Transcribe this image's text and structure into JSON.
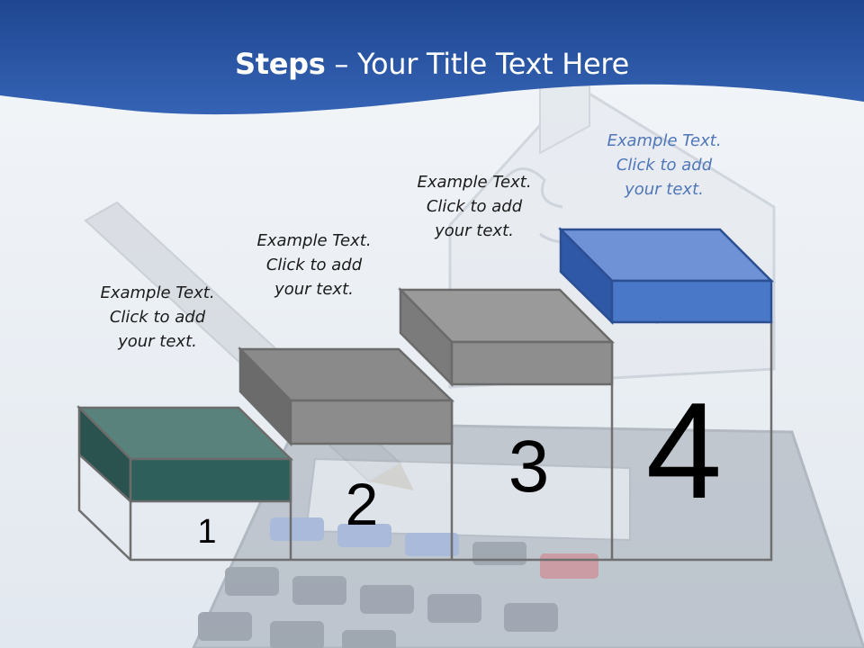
{
  "slide": {
    "title_bold": "Steps",
    "title_rest": " – Your Title Text Here",
    "steps": [
      {
        "number": "1",
        "caption": [
          "Example Text.",
          "Click  to add",
          "your text."
        ],
        "color": "#2f5f5b"
      },
      {
        "number": "2",
        "caption": [
          "Example Text.",
          "Click  to add",
          "your text."
        ],
        "color": "#8c8c8c"
      },
      {
        "number": "3",
        "caption": [
          "Example Text.",
          "Click  to add",
          "your text."
        ],
        "color": "#8c8c8c"
      },
      {
        "number": "4",
        "caption": [
          "Example Text.",
          "Click  to add",
          "your text."
        ],
        "color": "#4a78c8"
      }
    ]
  },
  "colors": {
    "header_blue": "#254f9c",
    "header_blue_light": "#3b6cc0",
    "caption_blue": "#4f76b8"
  }
}
